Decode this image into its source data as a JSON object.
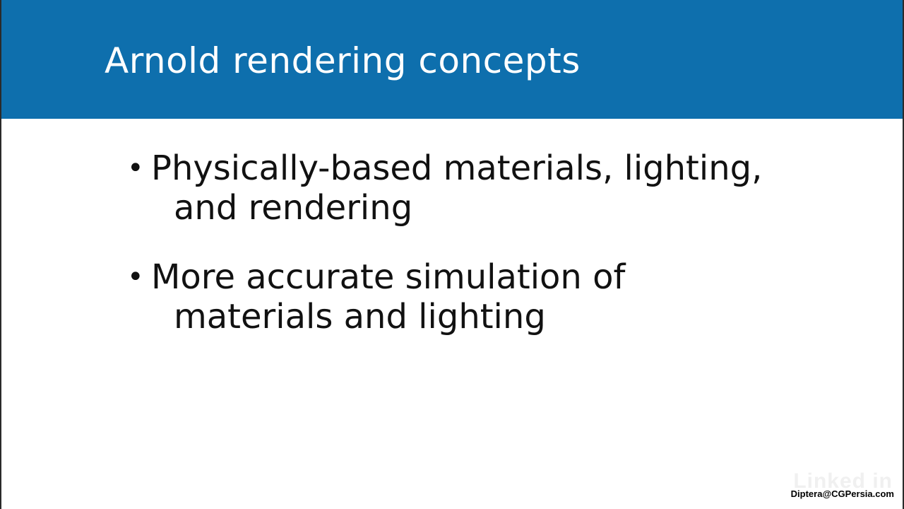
{
  "slide": {
    "title": "Arnold rendering concepts",
    "accent_color": "#0e6fad",
    "bullets": [
      {
        "line1": "Physically-based materials, lighting,",
        "line2": "and rendering"
      },
      {
        "line1": "More accurate simulation of",
        "line2": "materials and lighting"
      }
    ]
  },
  "overlay": {
    "logo": "Linked in",
    "credit": "Diptera@CGPersia.com"
  }
}
